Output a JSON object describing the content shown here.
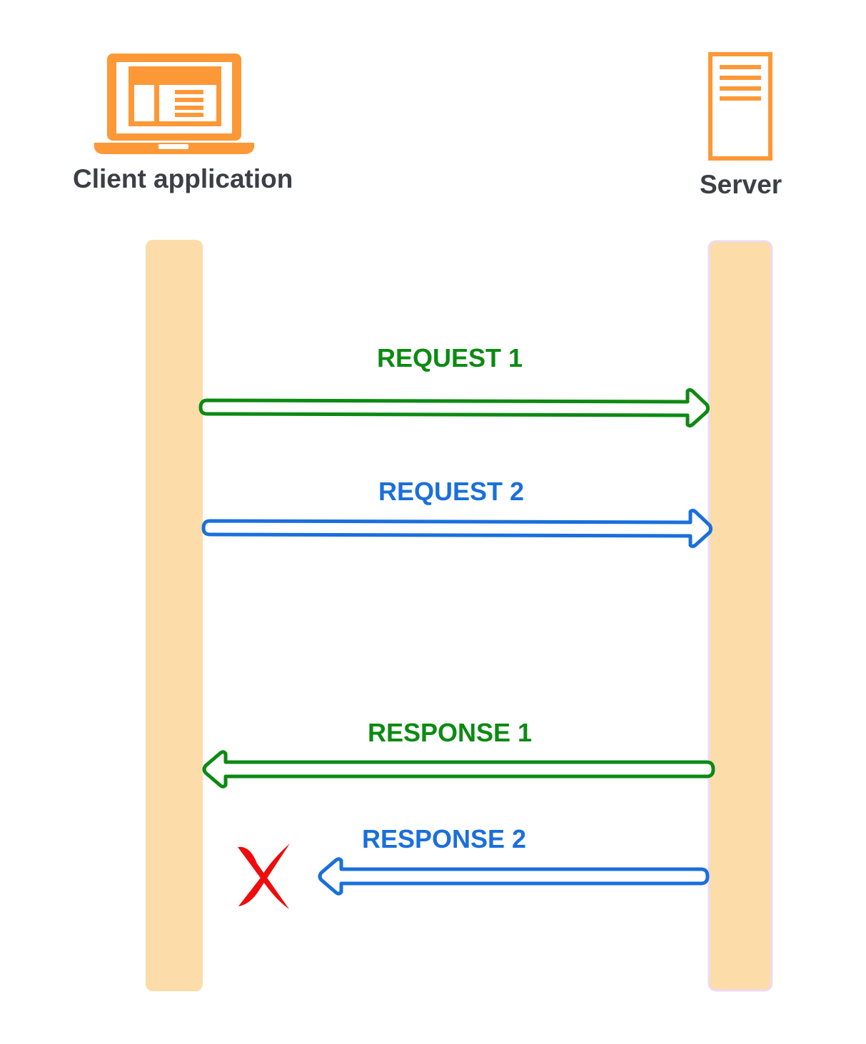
{
  "actors": {
    "client": {
      "label": "Client application",
      "icon": "laptop-icon",
      "color": "#fd9836"
    },
    "server": {
      "label": "Server",
      "icon": "server-icon",
      "color": "#fd9836"
    }
  },
  "messages": [
    {
      "label": "REQUEST 1",
      "direction": "client-to-server",
      "color": "#0c8a13",
      "delivered": true
    },
    {
      "label": "REQUEST 2",
      "direction": "client-to-server",
      "color": "#1a6fdc",
      "delivered": true
    },
    {
      "label": "RESPONSE 1",
      "direction": "server-to-client",
      "color": "#0c8a13",
      "delivered": true
    },
    {
      "label": "RESPONSE 2",
      "direction": "server-to-client",
      "color": "#1a6fdc",
      "delivered": false
    }
  ],
  "failure_marker": {
    "icon": "x-mark-icon",
    "color": "#ee0c0c"
  },
  "lifeline_color": "#fcdca8",
  "label_color": "#3b3f46"
}
